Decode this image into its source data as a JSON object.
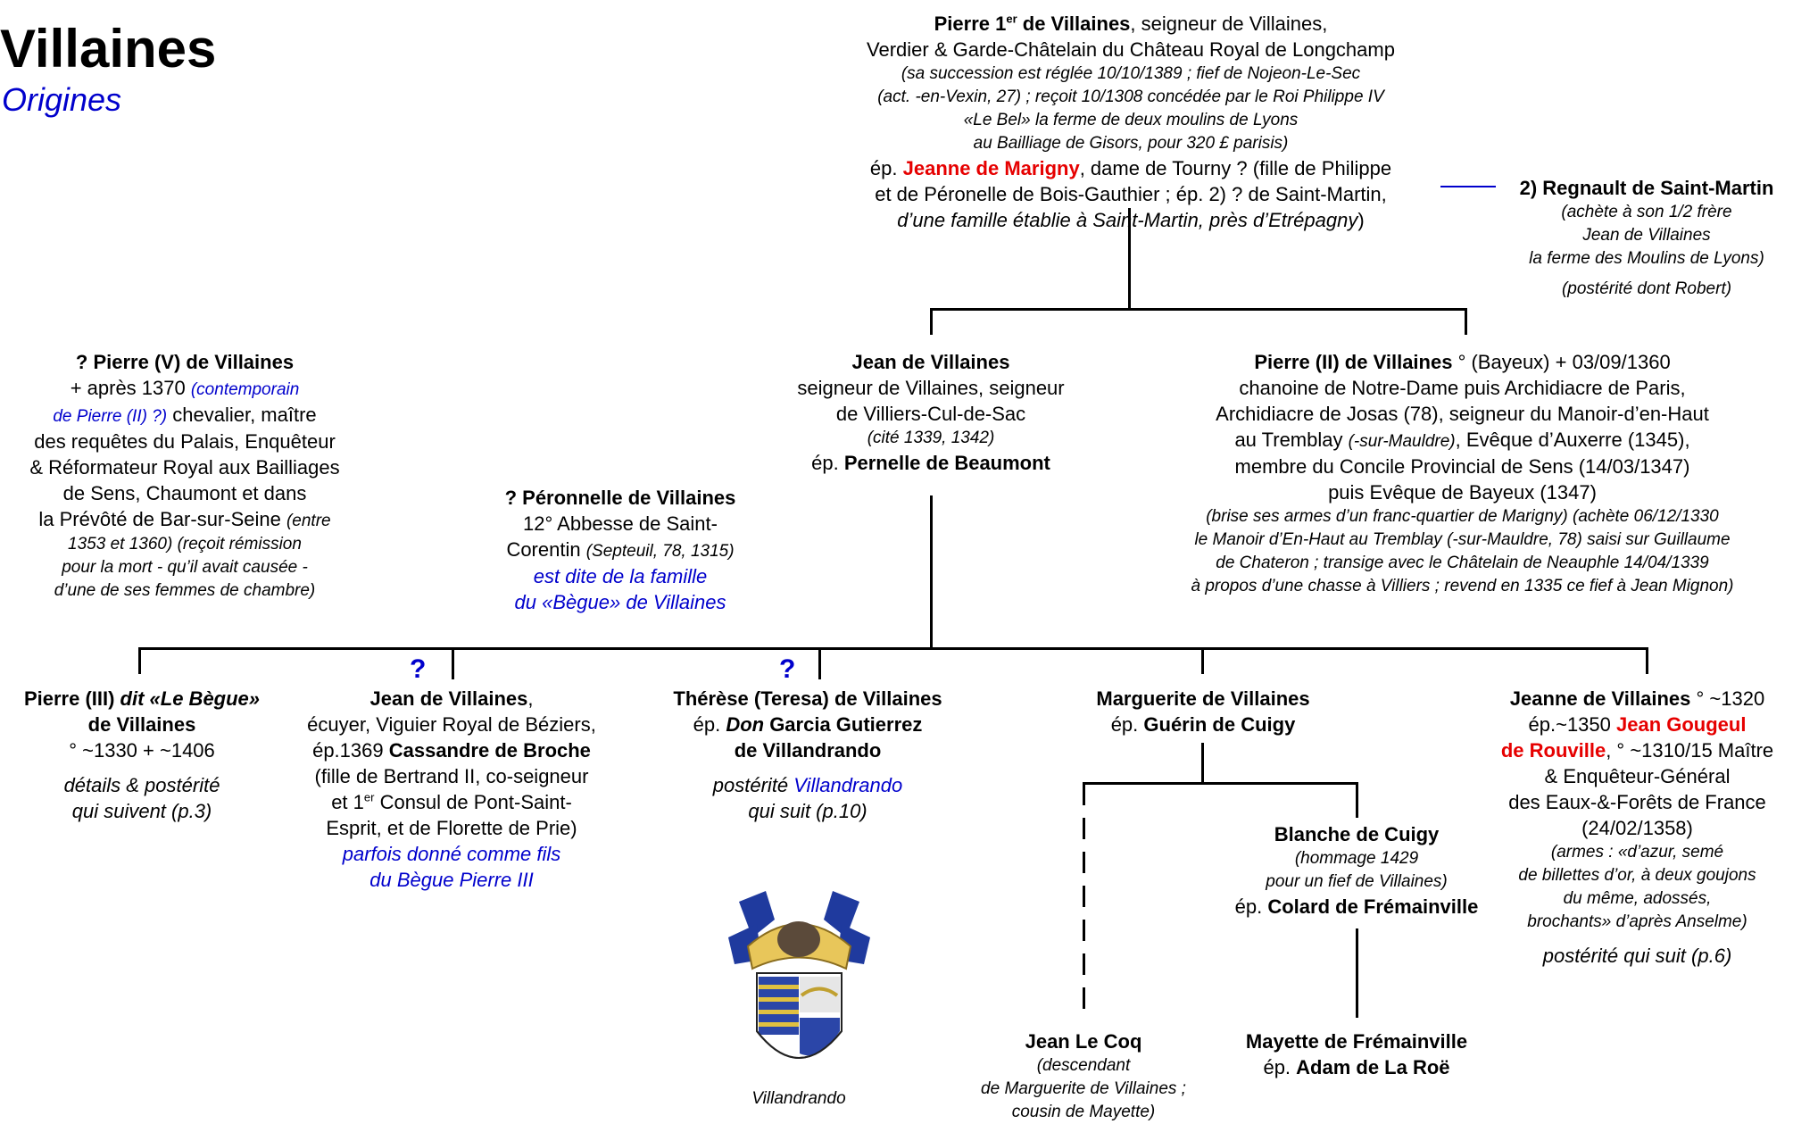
{
  "header": {
    "title": "Villaines",
    "subtitle": "Origines"
  },
  "pierre1": {
    "name_pre": "Pierre 1",
    "name_sup": "er",
    "name_post": " de Villaines",
    "title1": ", seigneur de Villaines,",
    "line2": "Verdier & Garde-Châtelain du Château Royal de Longchamp",
    "note1": "(sa succession est réglée 10/10/1389 ; fief de Nojeon-Le-Sec",
    "note2": "(act. -en-Vexin, 27) ; reçoit 10/1308 concédée par le Roi Philippe IV",
    "note3": "«Le Bel» la ferme de deux moulins de Lyons",
    "note4": "au Bailliage de Gisors, pour 320 £ parisis)",
    "ep_pre": "ép. ",
    "spouse": "Jeanne de Marigny",
    "ep_post": ", dame de Tourny ? (fille de Philippe",
    "line6": "et de Péronelle de Bois-Gauthier ; ép. 2) ? de Saint-Martin,",
    "line7": "d’une famille établie à Saint-Martin, près d’Etrépagny",
    "line7_end": ")"
  },
  "regnault": {
    "name": "2) Regnault de Saint-Martin",
    "n1": "(achète à son 1/2 frère",
    "n2": "Jean de Villaines",
    "n3": "la ferme des Moulins de Lyons)",
    "n4": "(postérité dont Robert)"
  },
  "jean": {
    "name": "Jean de Villaines",
    "l1": "seigneur de Villaines, seigneur",
    "l2": "de Villiers-Cul-de-Sac",
    "l3": "(cité 1339, 1342)",
    "ep": "ép. ",
    "spouse": "Pernelle de Beaumont"
  },
  "pierre2": {
    "name": "Pierre (II) de Villaines",
    "name_post": " ° (Bayeux) + 03/09/1360",
    "l1": "chanoine de Notre-Dame puis Archidiacre de Paris,",
    "l2": "Archidiacre de Josas (78), seigneur du Manoir-d’en-Haut",
    "l3a": "au Tremblay ",
    "l3b": "(-sur-Mauldre)",
    "l3c": ", Evêque d’Auxerre (1345),",
    "l4": "membre du Concile Provincial de Sens (14/03/1347)",
    "l5": "puis Evêque de Bayeux (1347)",
    "n1": "(brise ses armes d’un franc-quartier de Marigny) (achète 06/12/1330",
    "n2": "le Manoir d’En-Haut au Tremblay (-sur-Mauldre, 78) saisi sur Guillaume",
    "n3": "de Chateron ; transige avec le Châtelain de Neauphle 14/04/1339",
    "n4": "à propos d’une chasse à Villiers ; revend en 1335 ce fief à Jean Mignon)"
  },
  "pierre5": {
    "name": "? Pierre (V) de Villaines",
    "l1a": "+ après 1370 ",
    "l1b": "(contemporain",
    "l2a": "de Pierre (II) ?)",
    "l2b": " chevalier, maître",
    "l3": "des requêtes du Palais, Enquêteur",
    "l4": "& Réformateur Royal aux Bailliages",
    "l5": "de Sens, Chaumont et dans",
    "l6a": "la Prévôté de Bar-sur-Seine ",
    "l6b": "(entre",
    "n1": "1353 et 1360) (reçoit rémission",
    "n2": "pour la mort - qu’il avait causée -",
    "n3": "d’une de ses femmes de chambre)"
  },
  "peronnelle": {
    "name": "? Péronnelle de Villaines",
    "l1": "12° Abbesse de Saint-",
    "l2a": "Corentin ",
    "l2b": "(Septeuil, 78, 1315)",
    "l3": "est dite de la famille",
    "l4": "du «Bègue» de Villaines"
  },
  "pierre3": {
    "name_a": "Pierre (III) ",
    "name_b": "dit «Le Bègue»",
    "name2": "de Villaines",
    "dates": "° ~1330 + ~1406",
    "n1": "détails & postérité",
    "n2": "qui suivent (p.3)"
  },
  "jean2": {
    "qmark": "?",
    "name": "Jean de Villaines",
    "name_post": ",",
    "l1": "écuyer, Viguier Royal de Béziers,",
    "l2a": "ép.1369 ",
    "l2b": "Cassandre de Broche",
    "l3": "(fille de Bertrand II, co-seigneur",
    "l4a": "et 1",
    "l4sup": "er",
    "l4b": " Consul de Pont-Saint-",
    "l5": "Esprit, et de Florette de Prie)",
    "n1": "parfois donné comme fils",
    "n2": "du Bègue Pierre III"
  },
  "therese": {
    "qmark": "?",
    "name": "Thérèse (Teresa) de Villaines",
    "l1a": "ép. ",
    "l1b": "Don",
    "l1c": " Garcia Gutierrez",
    "l2": "de Villandrando",
    "n1a": "postérité ",
    "n1b": "Villandrando",
    "n2": "qui suit (p.10)",
    "coa_caption": "Villandrando"
  },
  "marguerite": {
    "name": "Marguerite de Villaines",
    "ep": "ép. ",
    "spouse": "Guérin de Cuigy"
  },
  "jeanne": {
    "name": "Jeanne de Villaines",
    "name_post": " ° ~1320",
    "l1a": "ép.~1350 ",
    "l1b": "Jean Gougeul",
    "l2a": "de Rouville",
    "l2b": ", ° ~1310/15 Maître",
    "l3": "& Enquêteur-Général",
    "l4": "des Eaux-&-Forêts de France",
    "l5": "(24/02/1358)",
    "n1": "(armes : «d’azur, semé",
    "n2": "de billettes d’or, à deux goujons",
    "n3": "du même, adossés,",
    "n4": "brochants» d’après Anselme)",
    "n5": "postérité qui suit (p.6)"
  },
  "blanche": {
    "name": "Blanche de Cuigy",
    "n1": "(hommage 1429",
    "n2": "pour un fief de Villaines)",
    "ep": "ép. ",
    "spouse": "Colard de Frémainville"
  },
  "jeanlecoq": {
    "name": "Jean Le Coq",
    "n1": "(descendant",
    "n2": "de Marguerite de Villaines ;",
    "n3": "cousin de Mayette)"
  },
  "mayette": {
    "name": "Mayette de Frémainville",
    "ep": "ép. ",
    "spouse": "Adam de La Roë"
  },
  "colors": {
    "blue": "#0000cc",
    "red": "#e60000",
    "line": "#000000"
  },
  "icons": {
    "coat_of_arms": "villandrando-coat-of-arms-icon"
  }
}
